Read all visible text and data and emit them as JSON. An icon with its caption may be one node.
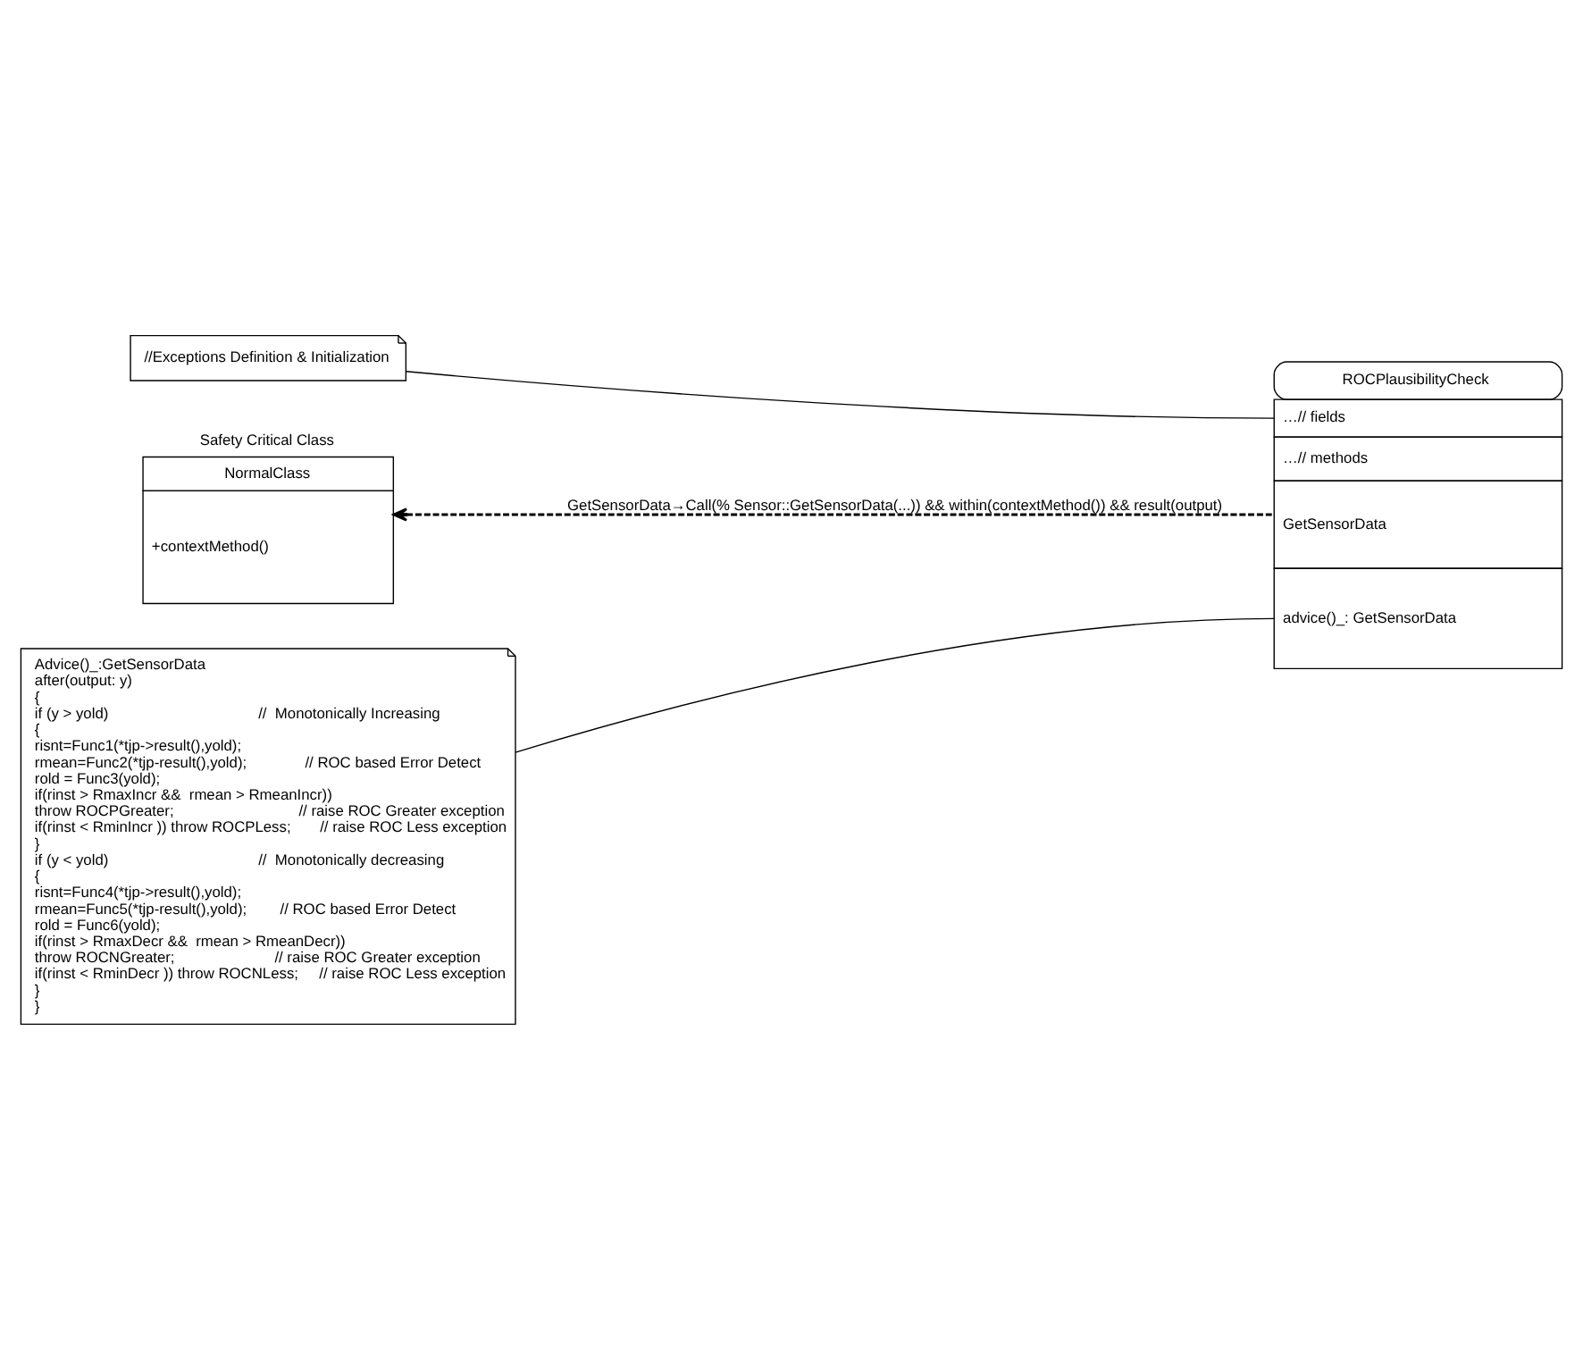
{
  "diagram": {
    "nodes": [
      {
        "text": [
          "Safety Critical Class",
          "NormalClass",
          "+contextMethod()"
        ]
      },
      {
        "text": [
          "ROCPlausibilityCheck",
          "…// fields",
          "…// methods",
          "GetSensorData",
          "advice()_: GetSensorData"
        ]
      },
      {
        "text": [
          "//Exceptions Definition & Initialization"
        ]
      },
      {
        "text": [
          "Advice()_:GetSensorData",
          "after(output: y)",
          "{",
          "if (y > yold)                                    //  Monotonically Increasing",
          "{",
          "risnt=Func1(*tjp->result(),yold);",
          "rmean=Func2(*tjp-result(),yold);              // ROC based Error Detect",
          "rold = Func3(yold);",
          "if(rinst > RmaxIncr &&  rmean > RmeanIncr))",
          "throw ROCPGreater;                              // raise ROC Greater exception",
          "if(rinst < RminIncr )) throw ROCPLess;       // raise ROC Less exception",
          "}",
          "if (y < yold)                                    //  Monotonically decreasing",
          "{",
          "risnt=Func4(*tjp->result(),yold);",
          "rmean=Func5(*tjp-result(),yold);        // ROC based Error Detect",
          "rold = Func6(yold);",
          "if(rinst > RmaxDecr &&  rmean > RmeanDecr))",
          "throw ROCNGreater;                        // raise ROC Greater exception",
          "if(rinst < RminDecr )) throw ROCNLess;     // raise ROC Less exception",
          "}",
          "}"
        ]
      }
    ],
    "edges": [
      {
        "from": 1,
        "to": 0,
        "arrow": "to",
        "style": "dashed",
        "label": "GetSensorData→Call(% Sensor::GetSensorData(...)) && within(contextMethod()) && result(output)"
      },
      {
        "from": 2,
        "to": 1,
        "arrow": "none"
      },
      {
        "from": 3,
        "to": 1,
        "arrow": "none"
      }
    ]
  }
}
